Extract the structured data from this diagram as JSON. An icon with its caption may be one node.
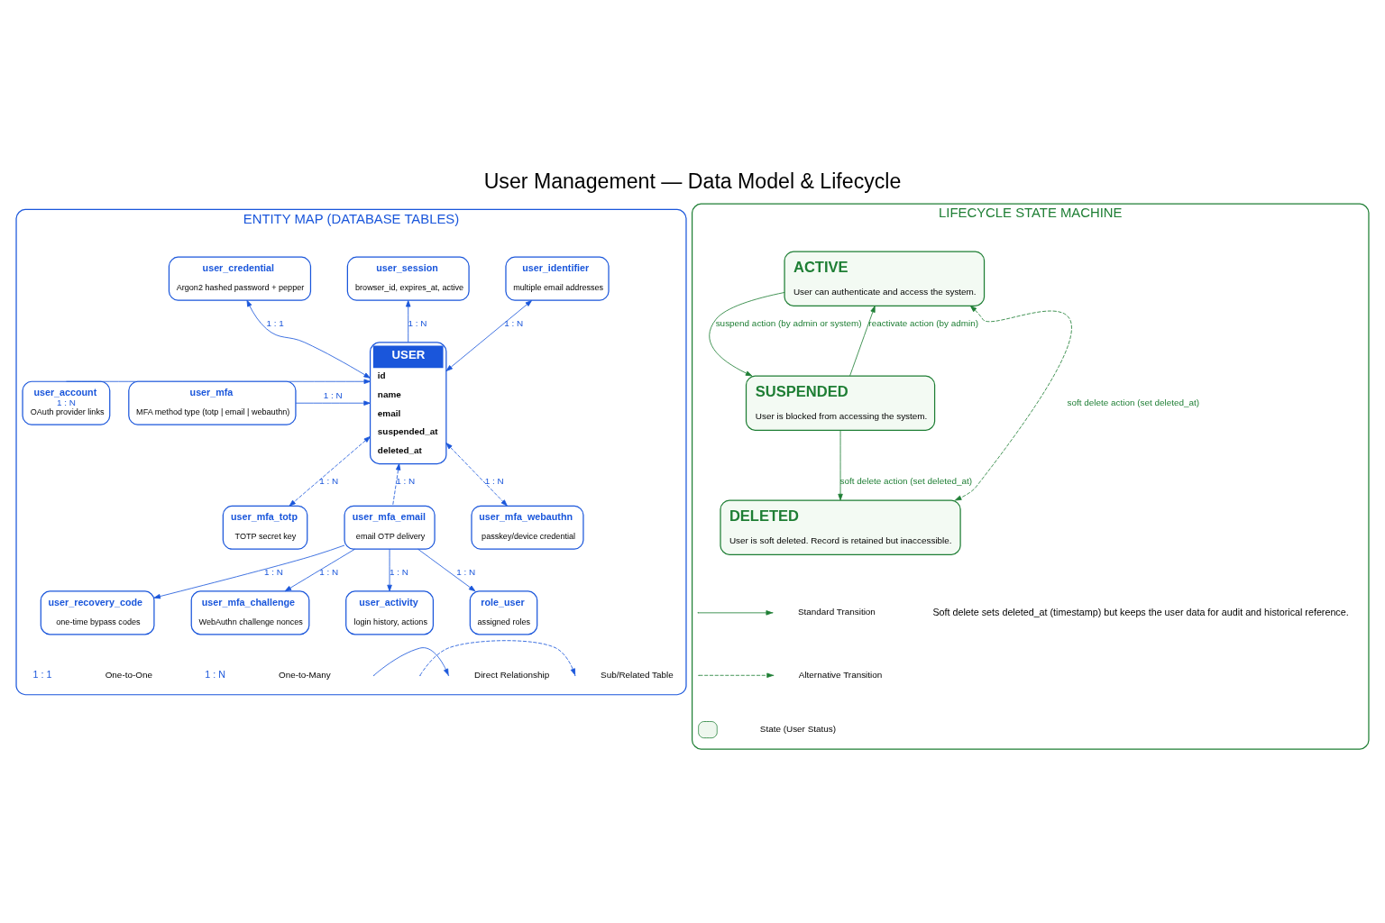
{
  "diagram": {
    "title": "User Management — Data Model & Lifecycle",
    "nodes": [
      {
        "text": [
          "ENTITY MAP (DATABASE TABLES)"
        ]
      },
      {
        "text": [
          "user_credential",
          "Argon2 hashed password + pepper"
        ],
        "in": 0
      },
      {
        "text": [
          "user_session",
          "browser_id, expires_at, active"
        ],
        "in": 0
      },
      {
        "text": [
          "user_identifier",
          "multiple email addresses"
        ],
        "in": 0
      },
      {
        "text": [
          "user_account",
          "OAuth provider links"
        ],
        "in": 0
      },
      {
        "text": [
          "USER",
          "id",
          "name",
          "email",
          "suspended_at",
          "deleted_at"
        ],
        "in": 0
      },
      {
        "text": [
          "user_mfa",
          "MFA method type (totp | email | webauthn)"
        ],
        "in": 0
      },
      {
        "text": [
          "user_mfa_totp",
          "TOTP secret key"
        ],
        "in": 0
      },
      {
        "text": [
          "user_mfa_email",
          "email OTP delivery"
        ],
        "in": 0
      },
      {
        "text": [
          "user_mfa_webauthn",
          "passkey/device credential"
        ],
        "in": 0
      },
      {
        "text": [
          "user_recovery_code",
          "one-time bypass codes"
        ],
        "in": 0
      },
      {
        "text": [
          "user_mfa_challenge",
          "WebAuthn challenge nonces"
        ],
        "in": 0
      },
      {
        "text": [
          "user_activity",
          "login history, actions"
        ],
        "in": 0
      },
      {
        "text": [
          "role_user",
          "assigned roles"
        ],
        "in": 0
      },
      {
        "text": [
          "LIFECYCLE STATE MACHINE"
        ]
      },
      {
        "text": [
          "ACTIVE",
          "User can authenticate and access the system."
        ],
        "in": 14
      },
      {
        "text": [
          "SUSPENDED",
          "User is blocked from accessing the system."
        ],
        "in": 14
      },
      {
        "text": [
          "DELETED",
          "User is soft deleted. Record is retained but inaccessible."
        ],
        "in": 14
      }
    ],
    "edges": [
      {
        "from": 5,
        "to": 1,
        "arrow": "both",
        "label": "1 : 1"
      },
      {
        "from": 5,
        "to": 2,
        "arrow": "to",
        "label": "1 : N"
      },
      {
        "from": 5,
        "to": 3,
        "arrow": "both",
        "label": "1 : N"
      },
      {
        "from": 4,
        "to": 5,
        "arrow": "to",
        "label": "1 : N"
      },
      {
        "from": 6,
        "to": 5,
        "arrow": "to",
        "label": "1 : N"
      },
      {
        "from": 8,
        "to": 5,
        "arrow": "to",
        "label": "1 : N",
        "style": "dashed"
      },
      {
        "from": 5,
        "to": 7,
        "arrow": "both",
        "label": "1 : N",
        "style": "dashed"
      },
      {
        "from": 5,
        "to": 9,
        "arrow": "both",
        "label": "1 : N",
        "style": "dashed"
      },
      {
        "from": 8,
        "to": 10,
        "arrow": "to",
        "label": "1 : N"
      },
      {
        "from": 8,
        "to": 11,
        "arrow": "to",
        "label": "1 : N"
      },
      {
        "from": 8,
        "to": 12,
        "arrow": "to",
        "label": "1 : N"
      },
      {
        "from": 8,
        "to": 13,
        "arrow": "to",
        "label": "1 : N"
      },
      {
        "from": 15,
        "to": 16,
        "arrow": "to",
        "label": "suspend action (by admin or system)",
        "color": "#1e7e34"
      },
      {
        "from": 16,
        "to": 15,
        "arrow": "to",
        "label": "reactivate action (by admin)",
        "color": "#1e7e34"
      },
      {
        "from": 16,
        "to": 17,
        "arrow": "to",
        "label": "soft delete action (set deleted_at)",
        "color": "#1e7e34"
      },
      {
        "from": 15,
        "to": 17,
        "arrow": "both",
        "label": "soft delete action (set deleted_at)",
        "style": "dashed",
        "color": "#1e7e34"
      }
    ],
    "labels": [
      "1 : 1",
      "1 : N",
      "Soft delete sets deleted_at (timestamp) but keeps the user data for audit and historical reference."
    ],
    "legend": [
      {
        "text": "One-to-One"
      },
      {
        "text": "One-to-Many"
      },
      {
        "text": "Direct Relationship"
      },
      {
        "text": "Sub/Related Table"
      },
      {
        "text": "Standard Transition"
      },
      {
        "text": "Alternative Transition"
      },
      {
        "text": "State (User Status)",
        "color": "#eef7ee"
      }
    ]
  }
}
